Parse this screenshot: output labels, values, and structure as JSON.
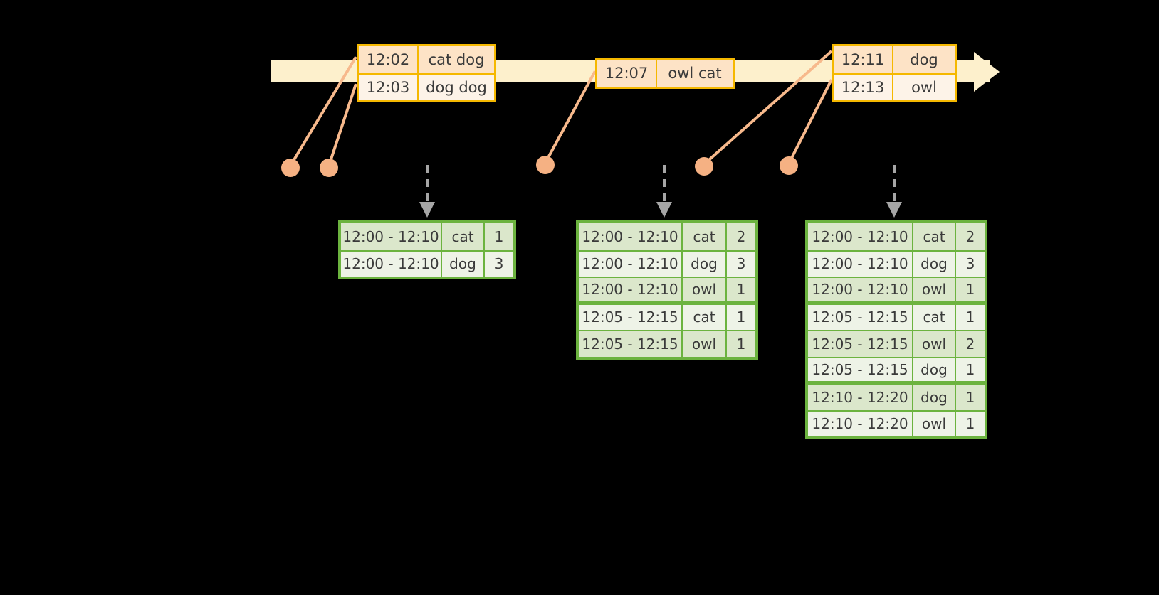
{
  "diagram": {
    "title": "windowed-aggregation-timeline",
    "colors": {
      "background": "#000000",
      "timeline_bar": "#fdf0cc",
      "event_border": "#f5b800",
      "event_fill": "#fdf3e8",
      "event_fill_shade": "#fde3c6",
      "connector": "#f5b183",
      "table_border": "#6cb33f",
      "table_fill": "#eef3e7",
      "table_fill_shade": "#dbe7cb",
      "arrow_gray": "#a6a6a6"
    }
  },
  "timeline": {
    "events": [
      {
        "group": 1,
        "rows": [
          {
            "time": "12:02",
            "value": "cat dog"
          },
          {
            "time": "12:03",
            "value": "dog dog"
          }
        ]
      },
      {
        "group": 2,
        "rows": [
          {
            "time": "12:07",
            "value": "owl cat"
          }
        ]
      },
      {
        "group": 3,
        "rows": [
          {
            "time": "12:11",
            "value": "dog"
          },
          {
            "time": "12:13",
            "value": "owl"
          }
        ]
      }
    ]
  },
  "tables": [
    {
      "id": "table-1",
      "rows": [
        {
          "window": "12:00 - 12:10",
          "key": "cat",
          "count": "1"
        },
        {
          "window": "12:00 - 12:10",
          "key": "dog",
          "count": "3"
        }
      ]
    },
    {
      "id": "table-2",
      "rows": [
        {
          "window": "12:00 - 12:10",
          "key": "cat",
          "count": "2"
        },
        {
          "window": "12:00 - 12:10",
          "key": "dog",
          "count": "3"
        },
        {
          "window": "12:00 - 12:10",
          "key": "owl",
          "count": "1"
        },
        {
          "window": "12:05 - 12:15",
          "key": "cat",
          "count": "1"
        },
        {
          "window": "12:05 - 12:15",
          "key": "owl",
          "count": "1"
        }
      ]
    },
    {
      "id": "table-3",
      "rows": [
        {
          "window": "12:00 - 12:10",
          "key": "cat",
          "count": "2"
        },
        {
          "window": "12:00 - 12:10",
          "key": "dog",
          "count": "3"
        },
        {
          "window": "12:00 - 12:10",
          "key": "owl",
          "count": "1"
        },
        {
          "window": "12:05 - 12:15",
          "key": "cat",
          "count": "1"
        },
        {
          "window": "12:05 - 12:15",
          "key": "owl",
          "count": "2"
        },
        {
          "window": "12:05 - 12:15",
          "key": "dog",
          "count": "1"
        },
        {
          "window": "12:10 - 12:20",
          "key": "dog",
          "count": "1"
        },
        {
          "window": "12:10 - 12:20",
          "key": "owl",
          "count": "1"
        }
      ]
    }
  ]
}
